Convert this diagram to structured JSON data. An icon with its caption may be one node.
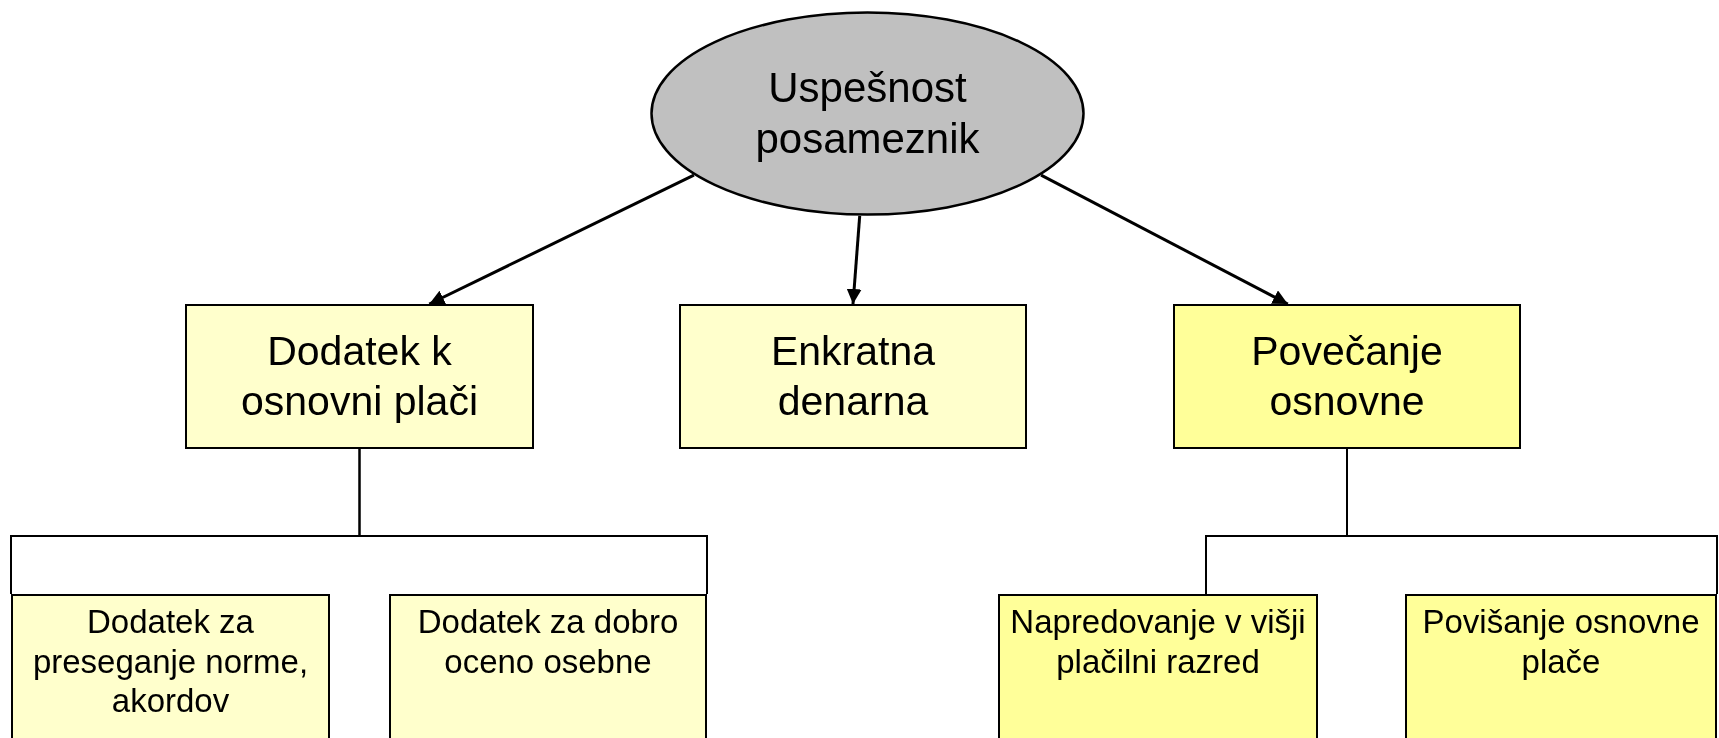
{
  "diagram": {
    "nodes": [
      {
        "text": [
          "Uspešnost posameznik"
        ]
      },
      {
        "text": [
          "Dodatek k osnovni plači"
        ]
      },
      {
        "text": [
          "Enkratna denarna"
        ]
      },
      {
        "text": [
          "Povečanje osnovne"
        ]
      },
      {
        "text": [
          "Dodatek za preseganje norme, akordov"
        ]
      },
      {
        "text": [
          "Dodatek za dobro oceno osebne"
        ]
      },
      {
        "text": [
          "Napredovanje v višji plačilni razred"
        ]
      },
      {
        "text": [
          "Povišanje osnovne plače"
        ]
      }
    ],
    "edges": [
      {
        "from": 0,
        "to": 1,
        "arrow": "to"
      },
      {
        "from": 0,
        "to": 2,
        "arrow": "to"
      },
      {
        "from": 0,
        "to": 3,
        "arrow": "to"
      },
      {
        "from": 1,
        "to": 4,
        "arrow": "none"
      },
      {
        "from": 1,
        "to": 5,
        "arrow": "none"
      },
      {
        "from": 3,
        "to": 6,
        "arrow": "none"
      },
      {
        "from": 3,
        "to": 7,
        "arrow": "none"
      }
    ]
  }
}
